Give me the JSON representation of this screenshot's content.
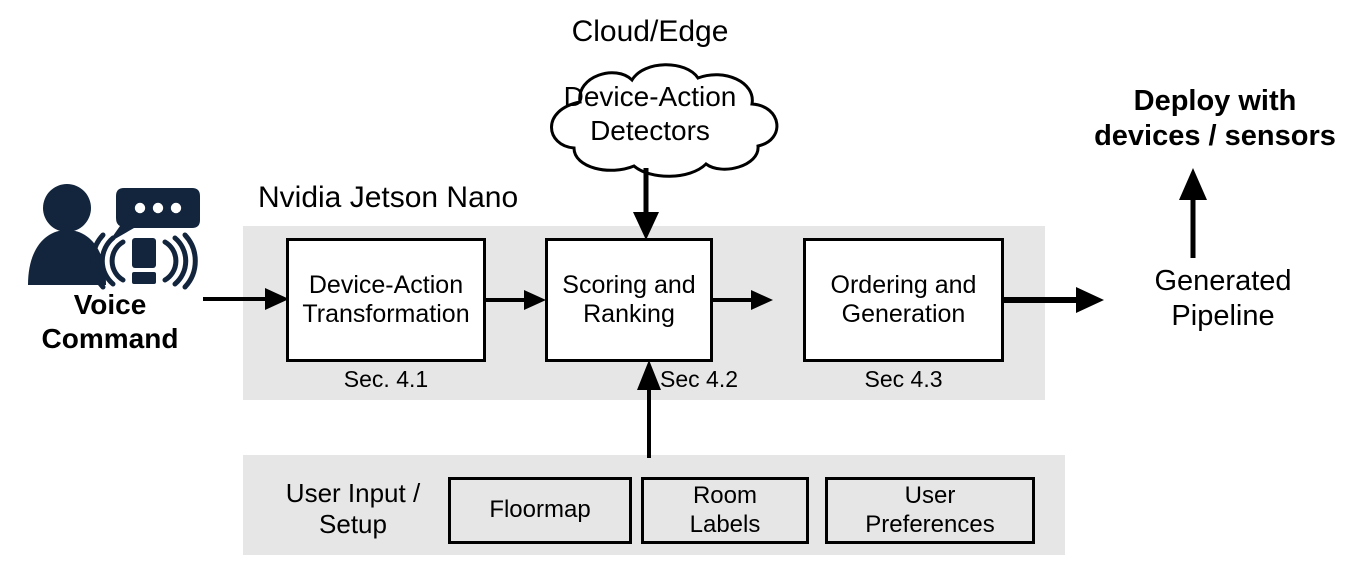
{
  "diagram": {
    "title_hidden": "",
    "colors": {
      "panel_gray": "#e6e6e6",
      "stroke": "#000000",
      "icon_navy": "#12253c",
      "box_fill": "#ffffff"
    },
    "input": {
      "icon": "voice-assistant-icon",
      "label": "Voice\nCommand"
    },
    "cloud": {
      "title": "Cloud/Edge",
      "body": "Device-Action\nDetectors"
    },
    "device_region": {
      "label": "Nvidia Jetson Nano",
      "stages": [
        {
          "label": "Device-Action\nTransformation",
          "section": "Sec. 4.1"
        },
        {
          "label": "Scoring and\nRanking",
          "section": "Sec 4.2"
        },
        {
          "label": "Ordering and\nGeneration",
          "section": "Sec 4.3"
        }
      ]
    },
    "user_input_region": {
      "label": "User Input /\nSetup",
      "items": [
        {
          "label": "Floormap"
        },
        {
          "label": "Room\nLabels"
        },
        {
          "label": "User\nPreferences"
        }
      ]
    },
    "output": {
      "pipeline_label": "Generated\nPipeline",
      "deploy_label": "Deploy with\ndevices / sensors"
    }
  }
}
